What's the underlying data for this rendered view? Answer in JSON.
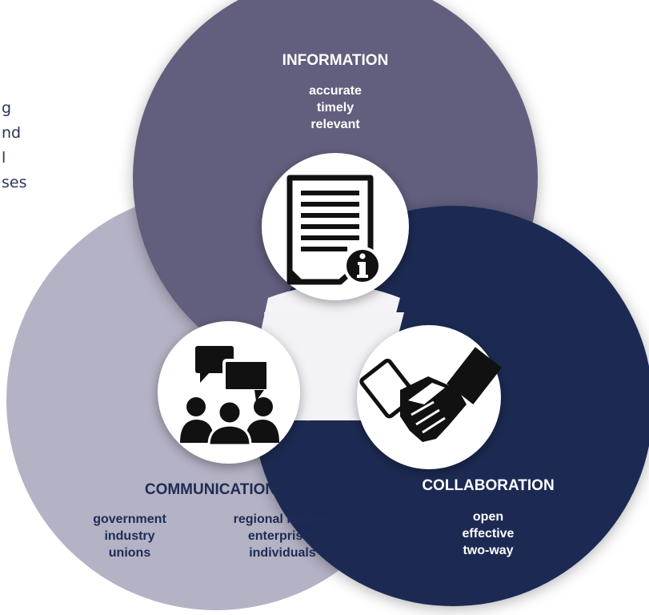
{
  "side_text": {
    "lines": [
      "g",
      "nd",
      "l",
      "ses"
    ]
  },
  "information": {
    "title": "INFORMATION",
    "items": [
      "accurate",
      "timely",
      "relevant"
    ],
    "icon": "document-info-icon"
  },
  "communication": {
    "title": "COMMUNICATION",
    "left_items": [
      "government",
      "industry",
      "unions"
    ],
    "right_items": [
      "regional leaders",
      "enterprises",
      "individuals"
    ],
    "icon": "people-speech-bubbles-icon"
  },
  "collaboration": {
    "title": "COLLABORATION",
    "items": [
      "open",
      "effective",
      "two-way"
    ],
    "icon": "handshake-icon"
  },
  "colors": {
    "information": "#625f7e",
    "communication": "#b4b2c5",
    "collaboration": "#1c2a52",
    "heading_dark": "#1e2b55",
    "text_light": "#ffffff"
  }
}
